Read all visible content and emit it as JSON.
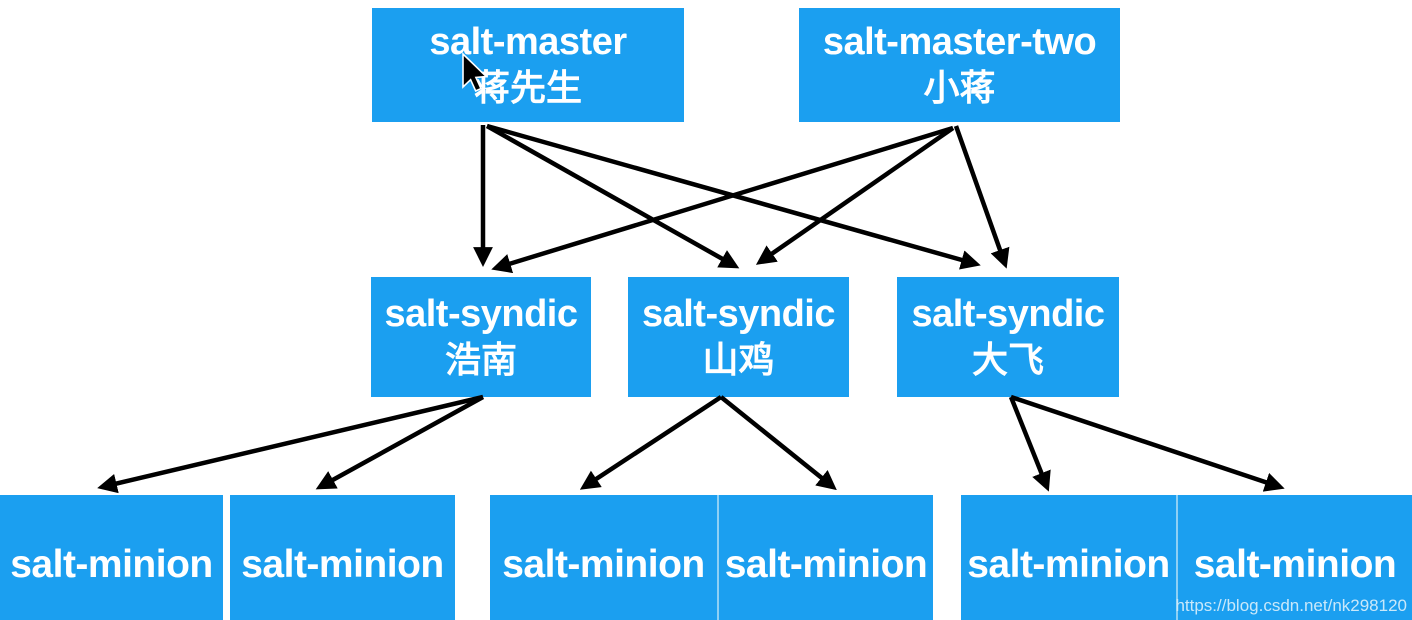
{
  "colors": {
    "box_blue": "#1B9FF0",
    "arrow_black": "#000000",
    "pair_divider": "#8ED0F5",
    "watermark": "#C9E8FA"
  },
  "nodes": {
    "masters": [
      {
        "title": "salt-master",
        "subtitle": "蒋先生"
      },
      {
        "title": "salt-master-two",
        "subtitle": "小蒋"
      }
    ],
    "syndics": [
      {
        "title": "salt-syndic",
        "subtitle": "浩南"
      },
      {
        "title": "salt-syndic",
        "subtitle": "山鸡"
      },
      {
        "title": "salt-syndic",
        "subtitle": "大飞"
      }
    ],
    "minions": [
      {
        "label": "salt-minion"
      },
      {
        "label": "salt-minion"
      },
      {
        "label": "salt-minion"
      },
      {
        "label": "salt-minion"
      },
      {
        "label": "salt-minion"
      },
      {
        "label": "salt-minion"
      }
    ]
  },
  "edges": {
    "master_to_syndic": [
      {
        "from": "salt-master 蒋先生",
        "to": "salt-syndic 浩南"
      },
      {
        "from": "salt-master 蒋先生",
        "to": "salt-syndic 山鸡"
      },
      {
        "from": "salt-master 蒋先生",
        "to": "salt-syndic 大飞"
      },
      {
        "from": "salt-master-two 小蒋",
        "to": "salt-syndic 浩南"
      },
      {
        "from": "salt-master-two 小蒋",
        "to": "salt-syndic 山鸡"
      },
      {
        "from": "salt-master-two 小蒋",
        "to": "salt-syndic 大飞"
      }
    ],
    "syndic_to_minion": [
      {
        "from": "salt-syndic 浩南",
        "to": "salt-minion 1"
      },
      {
        "from": "salt-syndic 浩南",
        "to": "salt-minion 2"
      },
      {
        "from": "salt-syndic 山鸡",
        "to": "salt-minion 3"
      },
      {
        "from": "salt-syndic 山鸡",
        "to": "salt-minion 4"
      },
      {
        "from": "salt-syndic 大飞",
        "to": "salt-minion 5"
      },
      {
        "from": "salt-syndic 大飞",
        "to": "salt-minion 6"
      }
    ]
  },
  "watermark_text": "https://blog.csdn.net/nk298120"
}
